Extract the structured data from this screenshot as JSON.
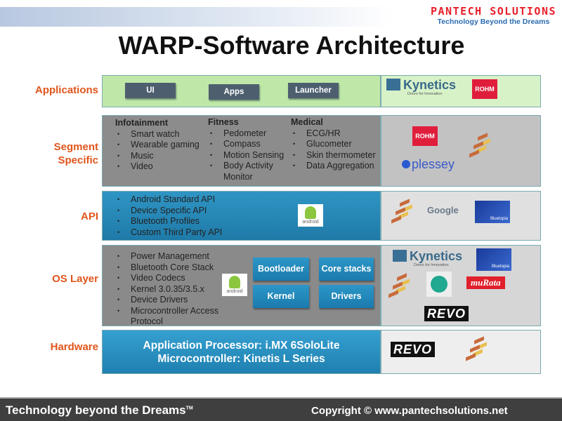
{
  "header": {
    "company_logo_name": "PANTECH SOLUTIONS",
    "company_logo_tagline": "Technology Beyond the Dreams",
    "title": "WARP-Software Architecture"
  },
  "layers": {
    "applications": {
      "label": "Applications",
      "buttons": [
        "UI",
        "Apps",
        "Launcher"
      ],
      "logos": [
        "Kynetics",
        "Doors for Innovation",
        "ROHM"
      ]
    },
    "segment": {
      "label_line1": "Segment",
      "label_line2": "Specific",
      "groups": [
        {
          "title": "Infotainment",
          "items": [
            "Smart watch",
            "Wearable gaming",
            "Music",
            "Video"
          ]
        },
        {
          "title": "Fitness",
          "items": [
            "Pedometer",
            "Compass",
            "Motion Sensing",
            "Body Activity Monitor"
          ]
        },
        {
          "title": "Medical",
          "items": [
            "ECG/HR",
            "Glucometer",
            "Skin thermometer",
            "Data Aggregation"
          ]
        }
      ],
      "logos": [
        "ROHM",
        "plessey"
      ]
    },
    "api": {
      "label": "API",
      "items": [
        "Android Standard API",
        "Device Specific API",
        "Bluetooth Profiles",
        "Custom Third Party API"
      ],
      "android_badge": "android",
      "logos": [
        "Google",
        "Bluetopia"
      ]
    },
    "os": {
      "label": "OS Layer",
      "items": [
        "Power Management",
        "Bluetooth Core Stack",
        "Video Codecs",
        "Kernel 3.0.35/3.5.x",
        "Device Drivers",
        "Microcontroller Access Protocol"
      ],
      "android_badge": "android",
      "buttons": [
        "Bootloader",
        "Core stacks",
        "Kernel",
        "Drivers"
      ],
      "logos": [
        "Kynetics",
        "Doors for Innovation",
        "Bluetopia",
        "muRata",
        "REVO"
      ]
    },
    "hardware": {
      "label": "Hardware",
      "line1": "Application Processor: i.MX 6SoloLite",
      "line2": "Microcontroller: Kinetis L Series",
      "logos": [
        "REVO"
      ]
    }
  },
  "footer": {
    "tagline": "Technology beyond the Dreams",
    "tm": "TM",
    "copyright": "Copyright © www.pantechsolutions.net"
  }
}
